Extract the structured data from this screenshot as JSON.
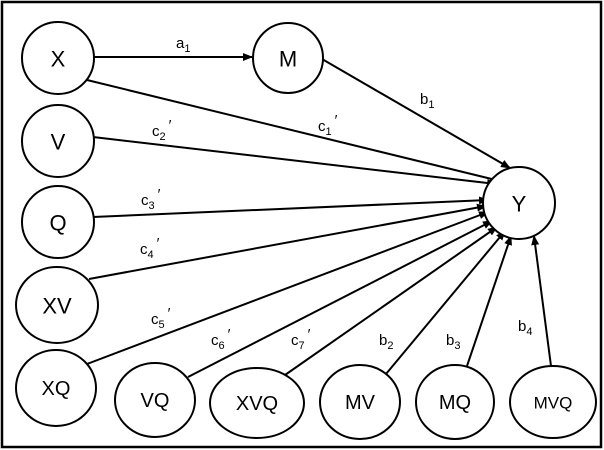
{
  "diagram": {
    "nodes": {
      "X": "X",
      "M": "M",
      "V": "V",
      "Q": "Q",
      "XV": "XV",
      "XQ": "XQ",
      "VQ": "VQ",
      "XVQ": "XVQ",
      "MV": "MV",
      "MQ": "MQ",
      "MVQ": "MVQ",
      "Y": "Y"
    },
    "edges": {
      "X_M": {
        "base": "a",
        "sub": "1",
        "prime": ""
      },
      "M_Y": {
        "base": "b",
        "sub": "1",
        "prime": ""
      },
      "X_Y": {
        "base": "c",
        "sub": "1",
        "prime": "′"
      },
      "V_Y": {
        "base": "c",
        "sub": "2",
        "prime": "′"
      },
      "Q_Y": {
        "base": "c",
        "sub": "3",
        "prime": "′"
      },
      "XV_Y": {
        "base": "c",
        "sub": "4",
        "prime": "′"
      },
      "XQ_Y": {
        "base": "c",
        "sub": "5",
        "prime": "′"
      },
      "VQ_Y": {
        "base": "c",
        "sub": "6",
        "prime": "′"
      },
      "XVQ_Y": {
        "base": "c",
        "sub": "7",
        "prime": "′"
      },
      "MV_Y": {
        "base": "b",
        "sub": "2",
        "prime": ""
      },
      "MQ_Y": {
        "base": "b",
        "sub": "3",
        "prime": ""
      },
      "MVQ_Y": {
        "base": "b",
        "sub": "4",
        "prime": ""
      }
    }
  }
}
